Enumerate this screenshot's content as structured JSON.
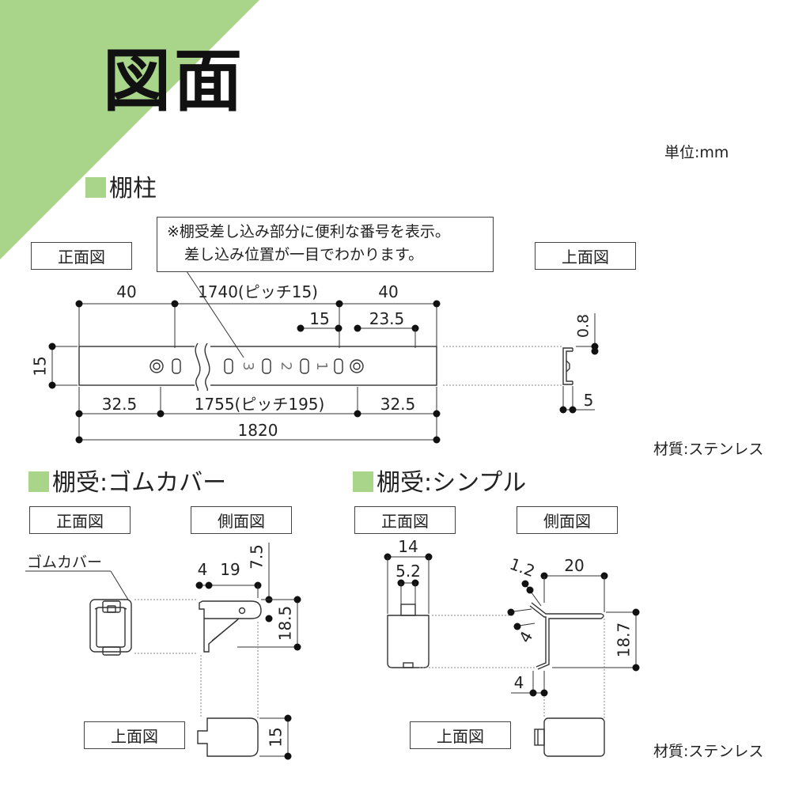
{
  "title": "図面",
  "unit_label": "単位:mm",
  "material_label": "材質:ステンレス",
  "colors": {
    "banner": "#a8d58a",
    "accent_square": "#a8d58a",
    "line": "#333333"
  },
  "sections": {
    "shelf_pillar": {
      "heading": "棚柱",
      "front_view_label": "正面図",
      "top_view_label": "上面図",
      "note_line1": "※棚受差し込み部分に便利な番号を表示。",
      "note_line2": "差し込み位置が一目でわかります。",
      "slot_numbers": [
        "3",
        "2",
        "1"
      ],
      "dims": {
        "left_margin": "40",
        "span": "1740(ピッチ15)",
        "right_margin": "40",
        "pitch": "15",
        "hole_offset": "23.5",
        "height": "15",
        "bottom_left": "32.5",
        "bottom_span": "1755(ピッチ195)",
        "bottom_right": "32.5",
        "total": "1820",
        "thickness": "0.8",
        "depth": "5"
      }
    },
    "bracket_rubber": {
      "heading": "棚受:ゴムカバー",
      "front_view_label": "正面図",
      "side_view_label": "側面図",
      "top_view_label": "上面図",
      "callout": "ゴムカバー",
      "dims": {
        "a": "4",
        "b": "19",
        "c": "7.5",
        "d": "18.5",
        "e": "15"
      }
    },
    "bracket_simple": {
      "heading": "棚受:シンプル",
      "front_view_label": "正面図",
      "side_view_label": "側面図",
      "top_view_label": "上面図",
      "dims": {
        "width": "14",
        "inner": "5.2",
        "wire": "1.2",
        "depth": "20",
        "hook": "4",
        "height": "18.7",
        "bottom": "4"
      }
    }
  }
}
